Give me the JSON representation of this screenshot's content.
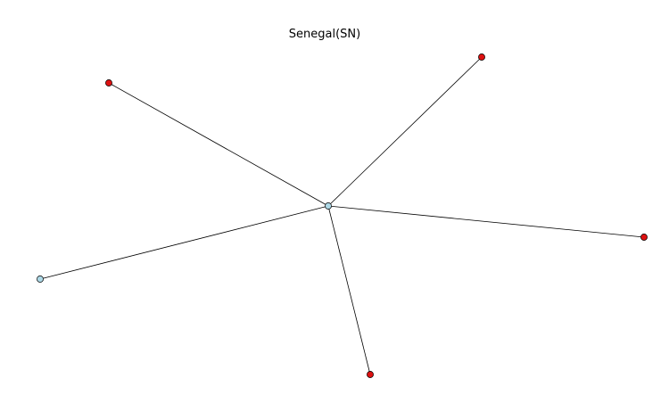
{
  "title": "Senegal(SN)",
  "colors": {
    "hub_node": "#add8e6",
    "leaf_node": "#dd1111",
    "blue_leaf_node": "#add8e6",
    "edge": "#000000"
  },
  "nodes": [
    {
      "id": "hub",
      "type": "hub"
    },
    {
      "id": "n-top-left",
      "type": "leaf"
    },
    {
      "id": "n-top-right",
      "type": "leaf"
    },
    {
      "id": "n-right",
      "type": "leaf"
    },
    {
      "id": "n-bottom",
      "type": "leaf"
    },
    {
      "id": "n-left",
      "type": "blue_leaf"
    }
  ],
  "edges": [
    {
      "source": "hub",
      "target": "n-top-left"
    },
    {
      "source": "hub",
      "target": "n-top-right"
    },
    {
      "source": "hub",
      "target": "n-right"
    },
    {
      "source": "hub",
      "target": "n-bottom"
    },
    {
      "source": "hub",
      "target": "n-left"
    }
  ]
}
